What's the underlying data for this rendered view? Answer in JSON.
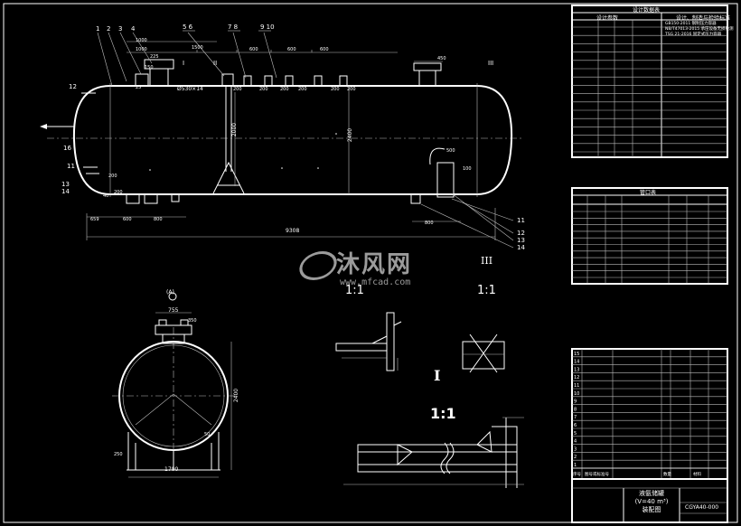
{
  "elevation": {
    "part_numbers": [
      "1",
      "2",
      "3",
      "4",
      "5 6",
      "7 8",
      "9 10",
      "12",
      "16",
      "11",
      "13",
      "14"
    ],
    "right_part_numbers": [
      "11",
      "12",
      "13",
      "14"
    ],
    "view_marks": [
      "I",
      "II",
      "III"
    ],
    "dims_top": [
      "1000",
      "1500",
      "600",
      "600",
      "600",
      "450"
    ],
    "dims_misc": [
      "225",
      "150",
      "25",
      "200",
      "200",
      "200",
      "200",
      "200",
      "200",
      "200",
      "500",
      "100",
      "200",
      "40",
      "1000"
    ],
    "nozzle_label": "Ø530×14",
    "dims_bottom": [
      "659",
      "600",
      "800",
      "800",
      "9308"
    ],
    "height_dim": "2400",
    "inner_dim": "2000"
  },
  "end_view": {
    "label": "(A)",
    "dims": [
      "755",
      "350",
      "2400",
      "1700",
      "250",
      "50"
    ]
  },
  "detail_views": {
    "scale_a": "1:1",
    "scale_b": "1:1",
    "mark_roman_2": "III",
    "mark_roman_1": "I",
    "scale_c": "1:1"
  },
  "watermark": {
    "brand": "沐风网",
    "url": "www.mfcad.com"
  },
  "tech_table": {
    "title": "设计数据表",
    "head_left": "设计参数",
    "head_right": "设计、制造与检验标准",
    "right_lines": [
      "GB150-2011 钢制压力容器",
      "NB/T47013-2015 承压设备无损检测",
      "TSG 21-2016 固定式压力容器"
    ],
    "rows_count": 16
  },
  "nozzle_table": {
    "title": "管口表",
    "rows_count": 11
  },
  "bom": {
    "row_numbers": [
      "15",
      "14",
      "13",
      "12",
      "11",
      "10",
      "9",
      "8",
      "7",
      "6",
      "5",
      "4",
      "3",
      "2",
      "1"
    ],
    "header_no": "序号",
    "header_code": "图号或标准号",
    "header_name": "名称",
    "header_qty": "数量",
    "header_mat": "材料"
  },
  "title_block": {
    "name_line1": "液氨储罐",
    "name_line2": "(V=40 m³)",
    "name_line3": "装配图",
    "drawing_no": "CGYA40-000"
  }
}
